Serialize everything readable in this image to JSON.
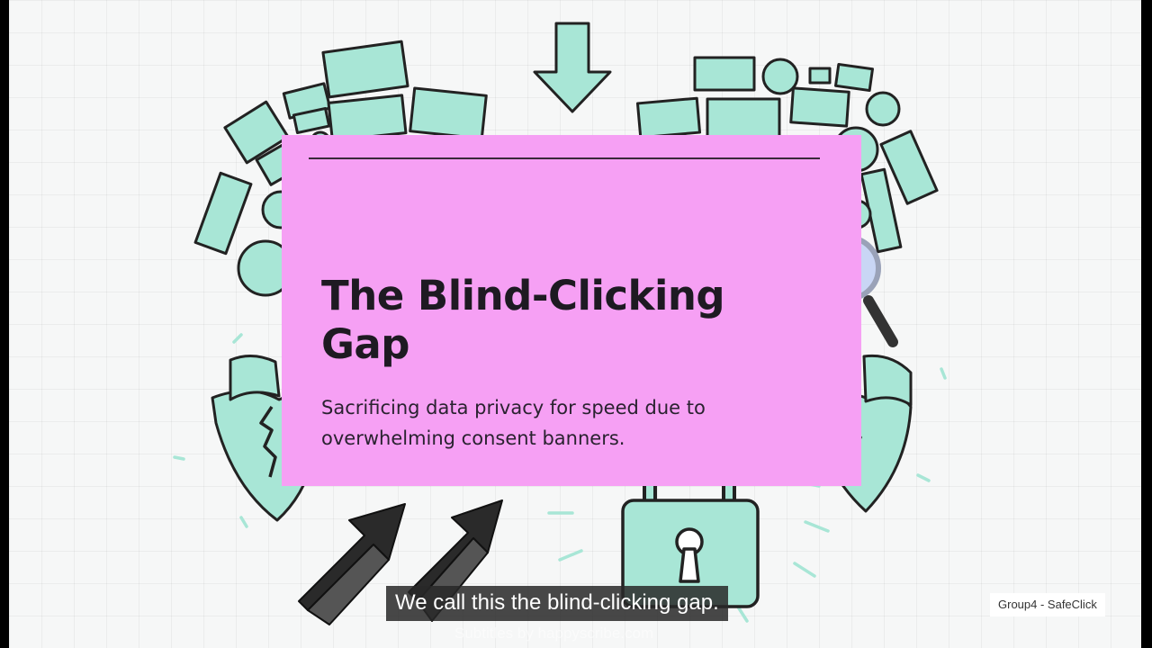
{
  "slide": {
    "title": "The Blind-Clicking Gap",
    "subtitle": "Sacrificing data privacy for speed due to overwhelming consent banners."
  },
  "caption": {
    "text": "We call this the blind-clicking gap.",
    "credit": "Subtitles by happyscribe.com"
  },
  "corner_label": "Group4 - SafeClick",
  "icons": [
    "down-arrow-icon",
    "magnifying-glass-icon",
    "padlock-icon",
    "up-right-arrow-icon",
    "cracked-shield-icon"
  ],
  "colors": {
    "card_pink": "#f6a0f4",
    "mint": "#a8e6d6",
    "ink": "#222222",
    "background": "#f6f7f7"
  }
}
